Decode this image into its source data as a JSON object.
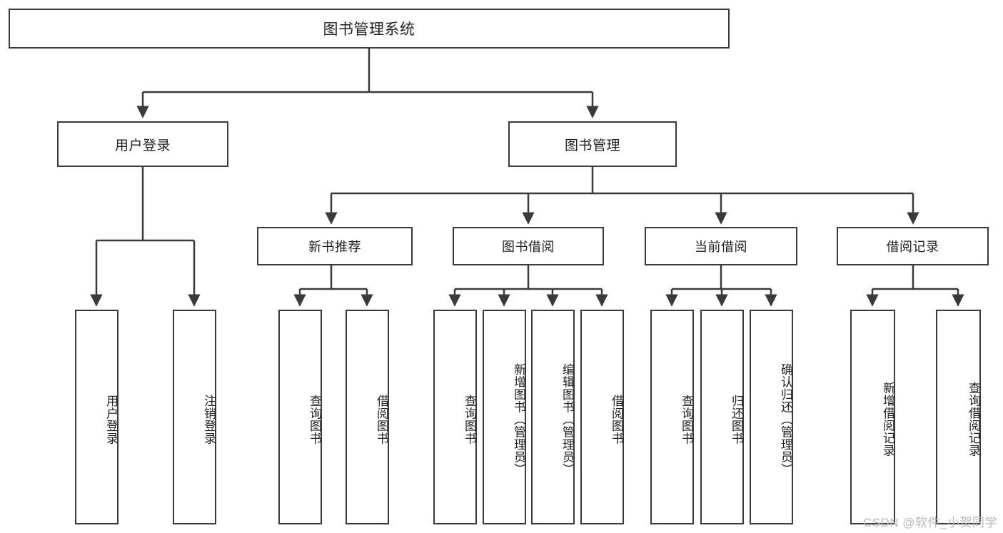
{
  "diagram": {
    "type": "tree-hierarchy-chart",
    "title": "图书管理系统",
    "root": {
      "label": "图书管理系统"
    },
    "level2": [
      {
        "id": "user-login",
        "label": "用户登录"
      },
      {
        "id": "book-management",
        "label": "图书管理"
      }
    ],
    "level3": [
      {
        "id": "new-book-recommend",
        "label": "新书推荐",
        "parent": "book-management"
      },
      {
        "id": "book-borrow",
        "label": "图书借阅",
        "parent": "book-management"
      },
      {
        "id": "current-borrow",
        "label": "当前借阅",
        "parent": "book-management"
      },
      {
        "id": "borrow-record",
        "label": "借阅记录",
        "parent": "book-management"
      }
    ],
    "leaves": [
      {
        "id": "leaf-user-login",
        "label": "用户登录",
        "parent": "user-login"
      },
      {
        "id": "leaf-logout-login",
        "label": "注销登录",
        "parent": "user-login"
      },
      {
        "id": "leaf-query-book-1",
        "label": "查询图书",
        "parent": "new-book-recommend"
      },
      {
        "id": "leaf-borrow-book-1",
        "label": "借阅图书",
        "parent": "new-book-recommend"
      },
      {
        "id": "leaf-query-book-2",
        "label": "查询图书",
        "parent": "book-borrow"
      },
      {
        "id": "leaf-add-book",
        "label": "新增图书（管理员）",
        "parent": "book-borrow"
      },
      {
        "id": "leaf-edit-book",
        "label": "编辑图书（管理员）",
        "parent": "book-borrow"
      },
      {
        "id": "leaf-borrow-book-2",
        "label": "借阅图书",
        "parent": "book-borrow"
      },
      {
        "id": "leaf-query-book-3",
        "label": "查询图书",
        "parent": "current-borrow"
      },
      {
        "id": "leaf-return-book",
        "label": "归还图书",
        "parent": "current-borrow"
      },
      {
        "id": "leaf-confirm-return",
        "label": "确认归还（管理员）",
        "parent": "current-borrow"
      },
      {
        "id": "leaf-add-borrow-record",
        "label": "新增借阅记录",
        "parent": "borrow-record"
      },
      {
        "id": "leaf-query-borrow-record",
        "label": "查询借阅记录",
        "parent": "borrow-record"
      }
    ],
    "watermark": "CSDN @软件_小贺同学",
    "colors": {
      "border": "#3a3a3a",
      "background": "#ffffff",
      "text": "#222222",
      "watermark": "#b9b9b9"
    }
  }
}
